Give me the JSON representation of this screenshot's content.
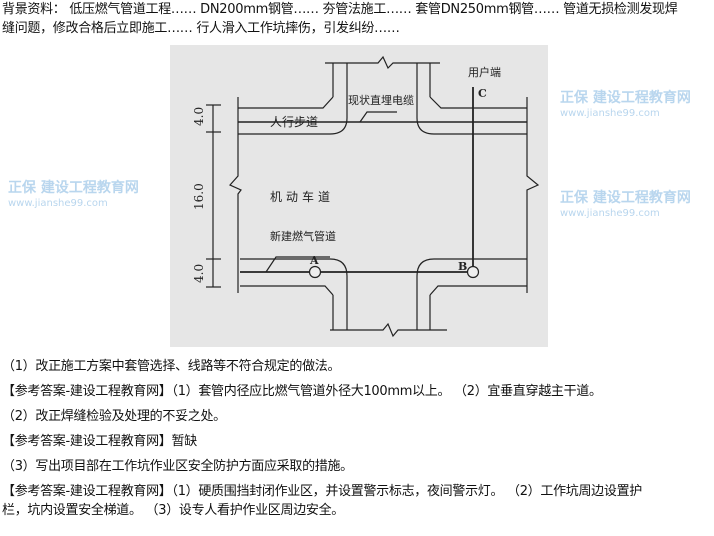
{
  "background": {
    "line1": "背景资料： 低压燃气管道工程…… DN200mm钢管…… 夯管法施工…… 套管DN250mm钢管…… 管道无损检测发现焊",
    "line2": "缝问题，修改合格后立即施工…… 行人滑入工作坑摔伤，引发纠纷……"
  },
  "diagram": {
    "sidewalk_label": "人行步道",
    "cable_label": "现状直埋电缆",
    "user_end_label": "用户端",
    "roadway_label": "机动车道",
    "new_gas_pipe_label": "新建燃气管道",
    "point_a": "A",
    "point_b": "B",
    "point_c": "C",
    "dim_top": "4.0",
    "dim_middle": "16.0",
    "dim_bottom": "4.0"
  },
  "qa": [
    {
      "text": "（1）改正施工方案中套管选择、线路等不符合规定的做法。"
    },
    {
      "text": "【参考答案-建设工程教育网】（1）套管内径应比燃气管道外径大100mm以上。 （2）宜垂直穿越主干道。"
    },
    {
      "text": "（2）改正焊缝检验及处理的不妥之处。"
    },
    {
      "text": "【参考答案-建设工程教育网】暂缺"
    },
    {
      "text": "（3）写出项目部在工作坑作业区安全防护方面应采取的措施。"
    },
    {
      "text": "【参考答案-建设工程教育网】（1）硬质围挡封闭作业区，并设置警示标志，夜间警示灯。 （2）工作坑周边设置护"
    },
    {
      "text": "栏，坑内设置安全梯道。 （3）设专人看护作业区周边安全。"
    }
  ],
  "watermark": {
    "brand": "正保 建设工程教育网",
    "url": "www.jianshe99.com"
  }
}
